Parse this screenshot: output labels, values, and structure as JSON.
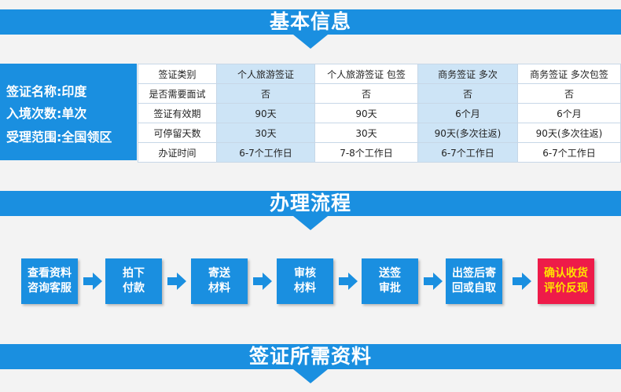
{
  "sections": {
    "basic_info": "基本信息",
    "process": "办理流程",
    "materials": "签证所需资料"
  },
  "summary": {
    "name": "签证名称:印度",
    "entries": "入境次数:单次",
    "scope": "受理范围:全国领区"
  },
  "table": {
    "headers": [
      "签证类别",
      "个人旅游签证",
      "个人旅游签证 包签",
      "商务签证 多次",
      "商务签证 多次包签"
    ],
    "rows": [
      [
        "是否需要面试",
        "否",
        "否",
        "否",
        "否"
      ],
      [
        "签证有效期",
        "90天",
        "90天",
        "6个月",
        "6个月"
      ],
      [
        "可停留天数",
        "30天",
        "30天",
        "90天(多次往返)",
        "90天(多次往返)"
      ],
      [
        "办证时间",
        "6-7个工作日",
        "7-8个工作日",
        "6-7个工作日",
        "6-7个工作日"
      ]
    ]
  },
  "steps": [
    {
      "line1": "查看资料",
      "line2": "咨询客服"
    },
    {
      "line1": "拍下",
      "line2": "付款"
    },
    {
      "line1": "寄送",
      "line2": "材料"
    },
    {
      "line1": "审核",
      "line2": "材料"
    },
    {
      "line1": "送签",
      "line2": "审批"
    },
    {
      "line1": "出签后寄",
      "line2": "回或自取"
    },
    {
      "line1": "确认收货",
      "line2": "评价反现"
    }
  ],
  "colors": {
    "brand_blue": "#1a8fe0",
    "cell_blue": "#cde4f6",
    "final_red": "#ee1b49",
    "final_text": "#ffe100"
  }
}
